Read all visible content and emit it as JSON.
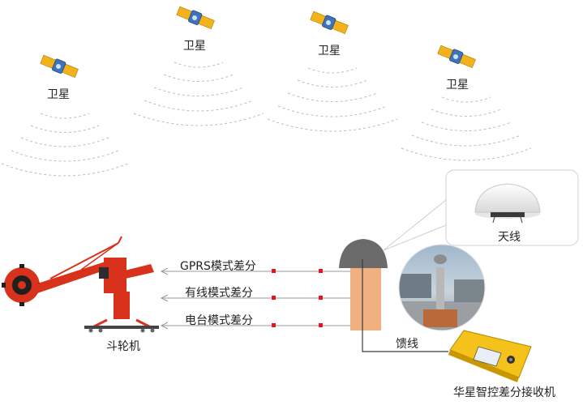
{
  "satellites": [
    {
      "label": "卫星"
    },
    {
      "label": "卫星"
    },
    {
      "label": "卫星"
    },
    {
      "label": "卫星"
    }
  ],
  "links": [
    {
      "label": "GPRS模式差分"
    },
    {
      "label": "有线模式差分"
    },
    {
      "label": "电台模式差分"
    }
  ],
  "devices": {
    "reclaimer_label": "斗轮机",
    "antenna_label": "天线",
    "feeder_label": "馈线",
    "receiver_label": "华星智控差分接收机"
  },
  "colors": {
    "signal_wave": "#bdbdbd",
    "link_line": "#9a9a9a",
    "marker": "#e8141a",
    "dome": "#6b6b6b",
    "mast": "#f0b080",
    "reclaimer": "#d8321c",
    "receiver_body": "#f4c21a"
  }
}
